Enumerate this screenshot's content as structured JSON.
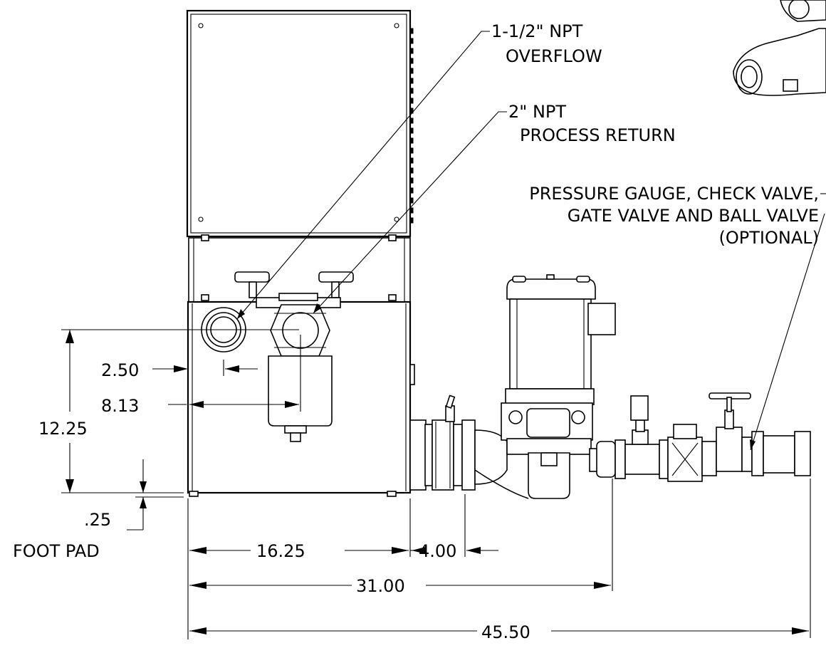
{
  "callouts": {
    "overflow_line1": "1-1/2\" NPT",
    "overflow_line2": "OVERFLOW",
    "return_line1": "2\" NPT",
    "return_line2": "PROCESS RETURN",
    "optional_line1": "PRESSURE GAUGE, CHECK VALVE,",
    "optional_line2": "GATE VALVE AND BALL VALVE",
    "optional_line3": "(OPTIONAL)"
  },
  "dimensions": {
    "d_2_50": "2.50",
    "d_8_13": "8.13",
    "d_12_25": "12.25",
    "d_25": ".25",
    "foot_pad": "FOOT PAD",
    "d_16_25": "16.25",
    "d_4_00": "4.00",
    "d_31_00": "31.00",
    "d_45_50": "45.50"
  }
}
